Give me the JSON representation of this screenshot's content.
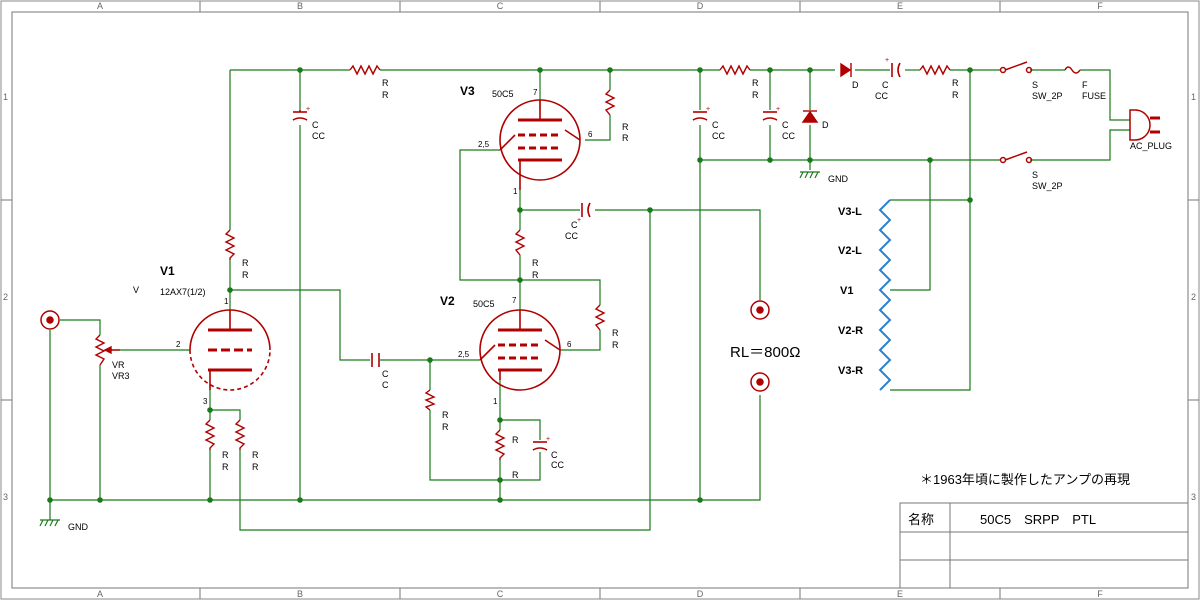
{
  "frame": {
    "col_labels": [
      "A",
      "B",
      "C",
      "D",
      "E",
      "F"
    ],
    "row_labels": [
      "1",
      "2",
      "3"
    ]
  },
  "tubes": {
    "v1": {
      "ref": "V1",
      "type_prefix": "V",
      "model": "12AX7(1/2)",
      "pin_plate": "1",
      "pin_grid": "2",
      "pin_cathode": "3"
    },
    "v2": {
      "ref": "V2",
      "model": "50C5",
      "pin_plate": "7",
      "pin_grid": "2,5",
      "pin_cathode": "1",
      "pin_screen": "6"
    },
    "v3": {
      "ref": "V3",
      "model": "50C5",
      "pin_plate": "7",
      "pin_grid": "2,5",
      "pin_cathode": "1",
      "pin_screen": "6"
    }
  },
  "labels": {
    "r": "R",
    "c": "C",
    "cc": "CC",
    "d": "D",
    "s": "S",
    "f": "F",
    "sw": "SW_2P",
    "fuse": "FUSE",
    "plug": "AC_PLUG",
    "gnd": "GND",
    "vr": "VR",
    "vr3": "VR3"
  },
  "load": "RL＝800Ω",
  "heaters": [
    "V3-L",
    "V2-L",
    "V1",
    "V2-R",
    "V3-R"
  ],
  "note": "＊1963年頃に製作したアンプの再現",
  "title_block": {
    "name_label": "名称",
    "name_value": "50C5　SRPP　PTL"
  },
  "colors": {
    "wire": "#1a7a1a",
    "part": "#b00000",
    "heater": "#2a7fd0",
    "border": "#777777"
  }
}
